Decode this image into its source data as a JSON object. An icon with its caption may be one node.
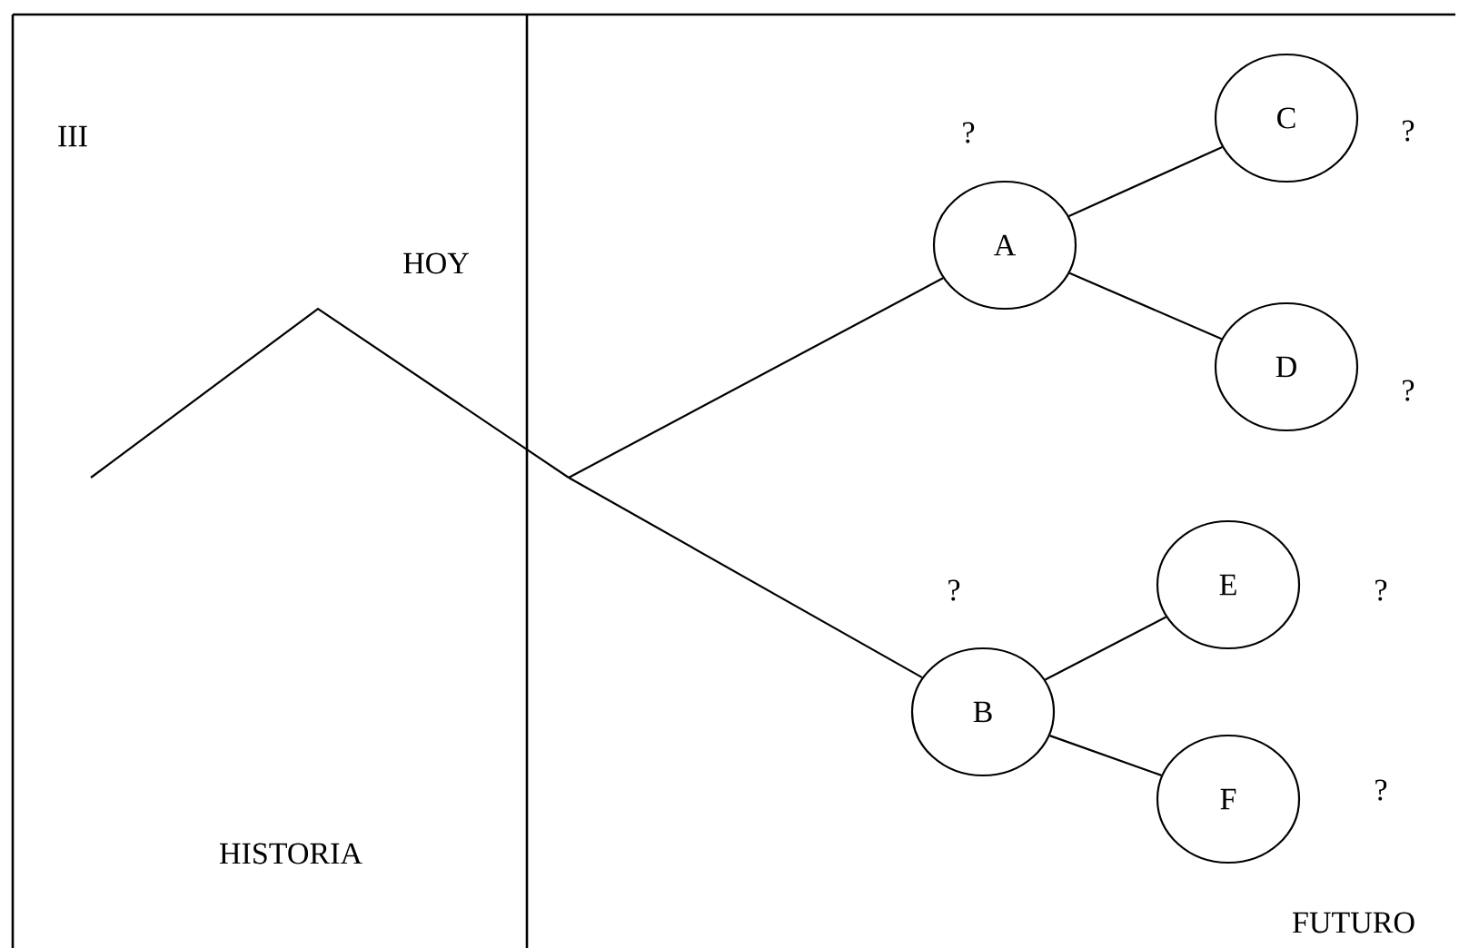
{
  "diagram": {
    "nodes": [
      {
        "text": [
          "A"
        ],
        "beside": [
          "?"
        ]
      },
      {
        "text": [
          "B"
        ],
        "beside": [
          "?"
        ]
      },
      {
        "text": [
          "C"
        ],
        "beside": [
          "?"
        ]
      },
      {
        "text": [
          "D"
        ],
        "beside": [
          "?"
        ]
      },
      {
        "text": [
          "E"
        ],
        "beside": [
          "?"
        ]
      },
      {
        "text": [
          "F"
        ],
        "beside": [
          "?"
        ]
      }
    ],
    "edges": [
      {
        "from": null,
        "to": 0,
        "arrow": "none"
      },
      {
        "from": null,
        "to": 1,
        "arrow": "none"
      },
      {
        "from": 0,
        "to": 2,
        "arrow": "none"
      },
      {
        "from": 0,
        "to": 3,
        "arrow": "none"
      },
      {
        "from": 1,
        "to": 4,
        "arrow": "none"
      },
      {
        "from": 1,
        "to": 5,
        "arrow": "none"
      }
    ],
    "labels": [
      "III",
      "HOY",
      "HISTORIA",
      "FUTURO"
    ]
  }
}
